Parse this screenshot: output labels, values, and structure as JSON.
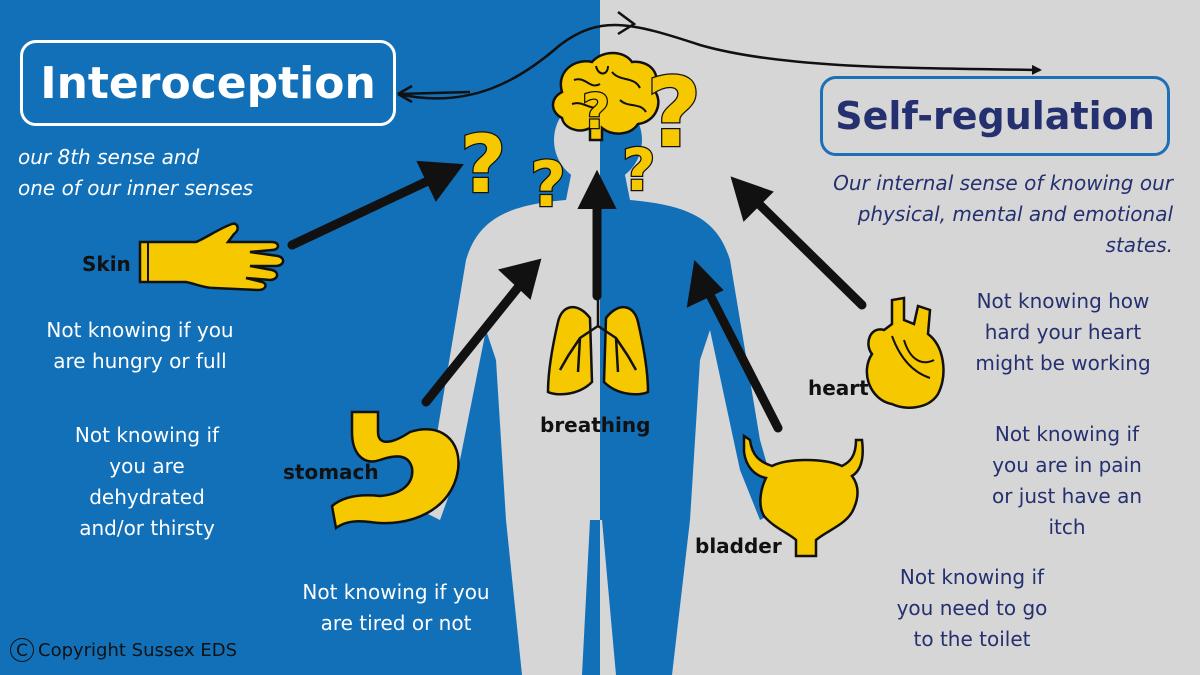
{
  "titles": {
    "interoception": "Interoception",
    "self_regulation": "Self-regulation"
  },
  "descriptions": {
    "interoception_line1": "our 8th sense and",
    "interoception_line2": "one of our inner senses",
    "self_regulation_line1": "Our internal sense of knowing our",
    "self_regulation_line2": "physical, mental and emotional",
    "self_regulation_line3": "states."
  },
  "body_labels": {
    "skin": "Skin",
    "stomach": "stomach",
    "breathing": "breathing",
    "heart": "heart",
    "bladder": "bladder"
  },
  "statements": {
    "hungry": [
      "Not knowing if you",
      "are hungry or full"
    ],
    "thirsty": [
      "Not knowing if",
      "you are",
      "dehydrated",
      "and/or thirsty"
    ],
    "tired": [
      "Not knowing if you",
      "are tired or not"
    ],
    "heart": [
      "Not knowing how",
      "hard your heart",
      "might be working"
    ],
    "pain": [
      "Not knowing if",
      "you are in pain",
      "or just have an",
      "itch"
    ],
    "toilet": [
      "Not knowing if",
      "you need to go",
      "to the toilet"
    ]
  },
  "copyright": {
    "symbol": "C",
    "text": "Copyright Sussex EDS"
  },
  "colors": {
    "left_panel": "#1170b8",
    "right_panel": "#d6d6d6",
    "organ_yellow": "#f5c800",
    "title_text_dark": "#253070",
    "arrow": "#111111"
  },
  "icons": [
    "brain-icon",
    "question-mark-icon",
    "hand-icon",
    "lungs-icon",
    "stomach-icon",
    "heart-icon",
    "bladder-icon",
    "human-silhouette"
  ]
}
